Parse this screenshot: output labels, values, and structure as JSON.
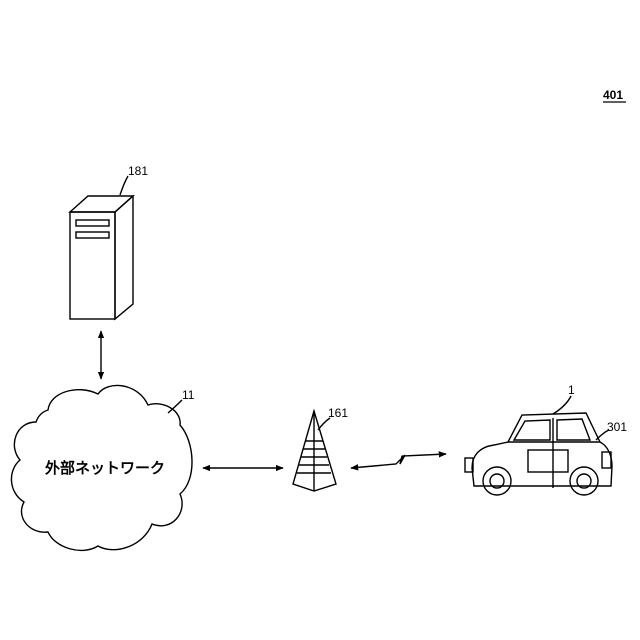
{
  "figure": {
    "figure_ref": "401",
    "server": {
      "ref": "181",
      "icon": "server-tower-icon"
    },
    "network": {
      "ref": "11",
      "label": "外部ネットワーク",
      "icon": "cloud-icon"
    },
    "base_station": {
      "ref": "161",
      "icon": "antenna-tower-icon"
    },
    "vehicle": {
      "ref": "1",
      "device_ref": "301",
      "icon": "car-icon"
    }
  }
}
